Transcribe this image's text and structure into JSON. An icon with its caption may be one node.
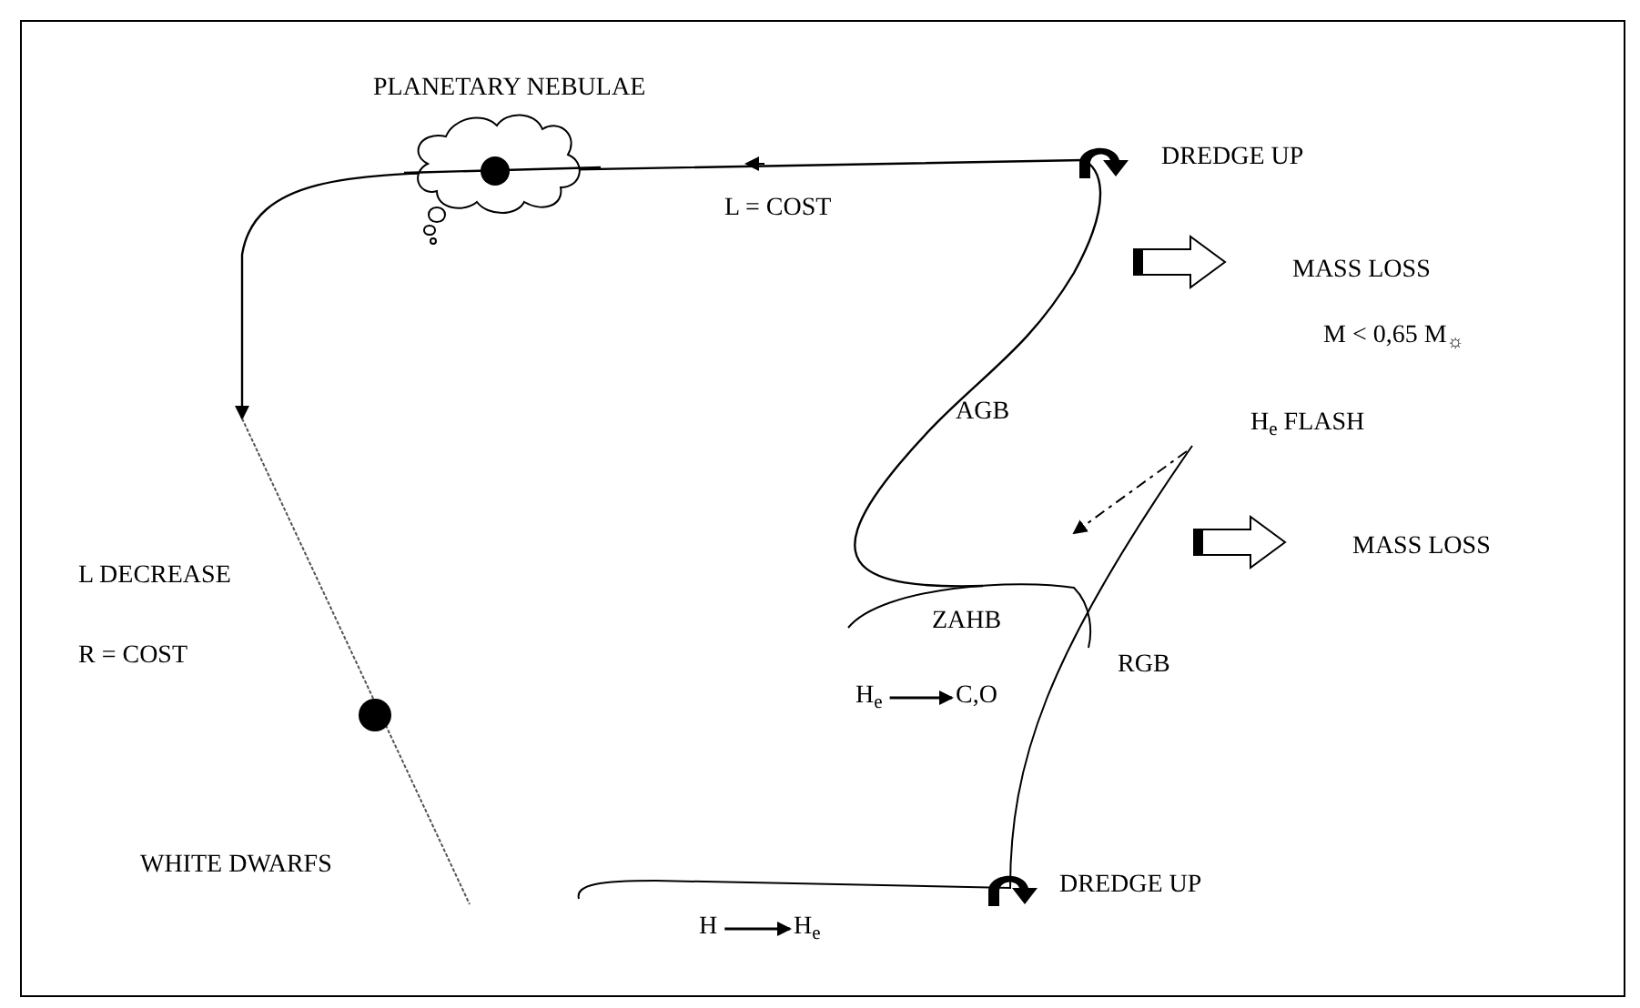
{
  "diagram": {
    "nodes": [
      {
        "text": [
          "H"
        ]
      },
      {
        "text": [
          "H$_{e}$"
        ]
      },
      {
        "text": [
          "H$_{e}$"
        ]
      },
      {
        "text": [
          "C,O"
        ]
      }
    ],
    "edges": [
      {
        "from": 0,
        "to": 1,
        "arrow": "to"
      },
      {
        "from": 2,
        "to": 3,
        "arrow": "to"
      }
    ],
    "labels": [
      "PLANETARY NEBULAE",
      "L = COST",
      "DREDGE UP",
      "MASS LOSS",
      "M < 0,65 M$_{☼}$",
      "AGB",
      "H$_{e}$ FLASH",
      "MASS LOSS",
      "L DECREASE",
      "ZAHB",
      "R = COST",
      "RGB",
      "WHITE DWARFS",
      "DREDGE UP"
    ]
  }
}
